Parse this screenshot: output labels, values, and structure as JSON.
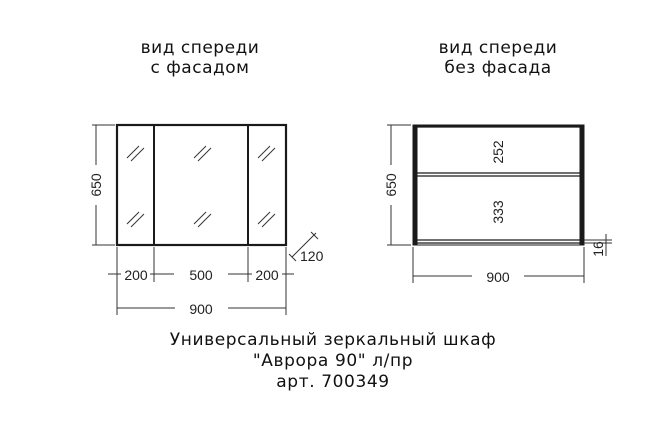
{
  "views": {
    "left": {
      "title_line1": "вид спереди",
      "title_line2": "с фасадом",
      "height_dim": "650",
      "depth_dim": "120",
      "section_dims": [
        "200",
        "500",
        "200"
      ],
      "width_dim": "900"
    },
    "right": {
      "title_line1": "вид спереди",
      "title_line2": "без фасада",
      "height_dim": "650",
      "upper_shelf_dim": "252",
      "lower_shelf_dim": "333",
      "board_thickness_dim": "16",
      "width_dim": "900"
    }
  },
  "caption": {
    "line1": "Универсальный зеркальный шкаф",
    "line2": "\"Аврора 90\" л/пр",
    "line3": "арт. 700349"
  },
  "colors": {
    "line": "#1a1a1a",
    "background": "#ffffff"
  }
}
